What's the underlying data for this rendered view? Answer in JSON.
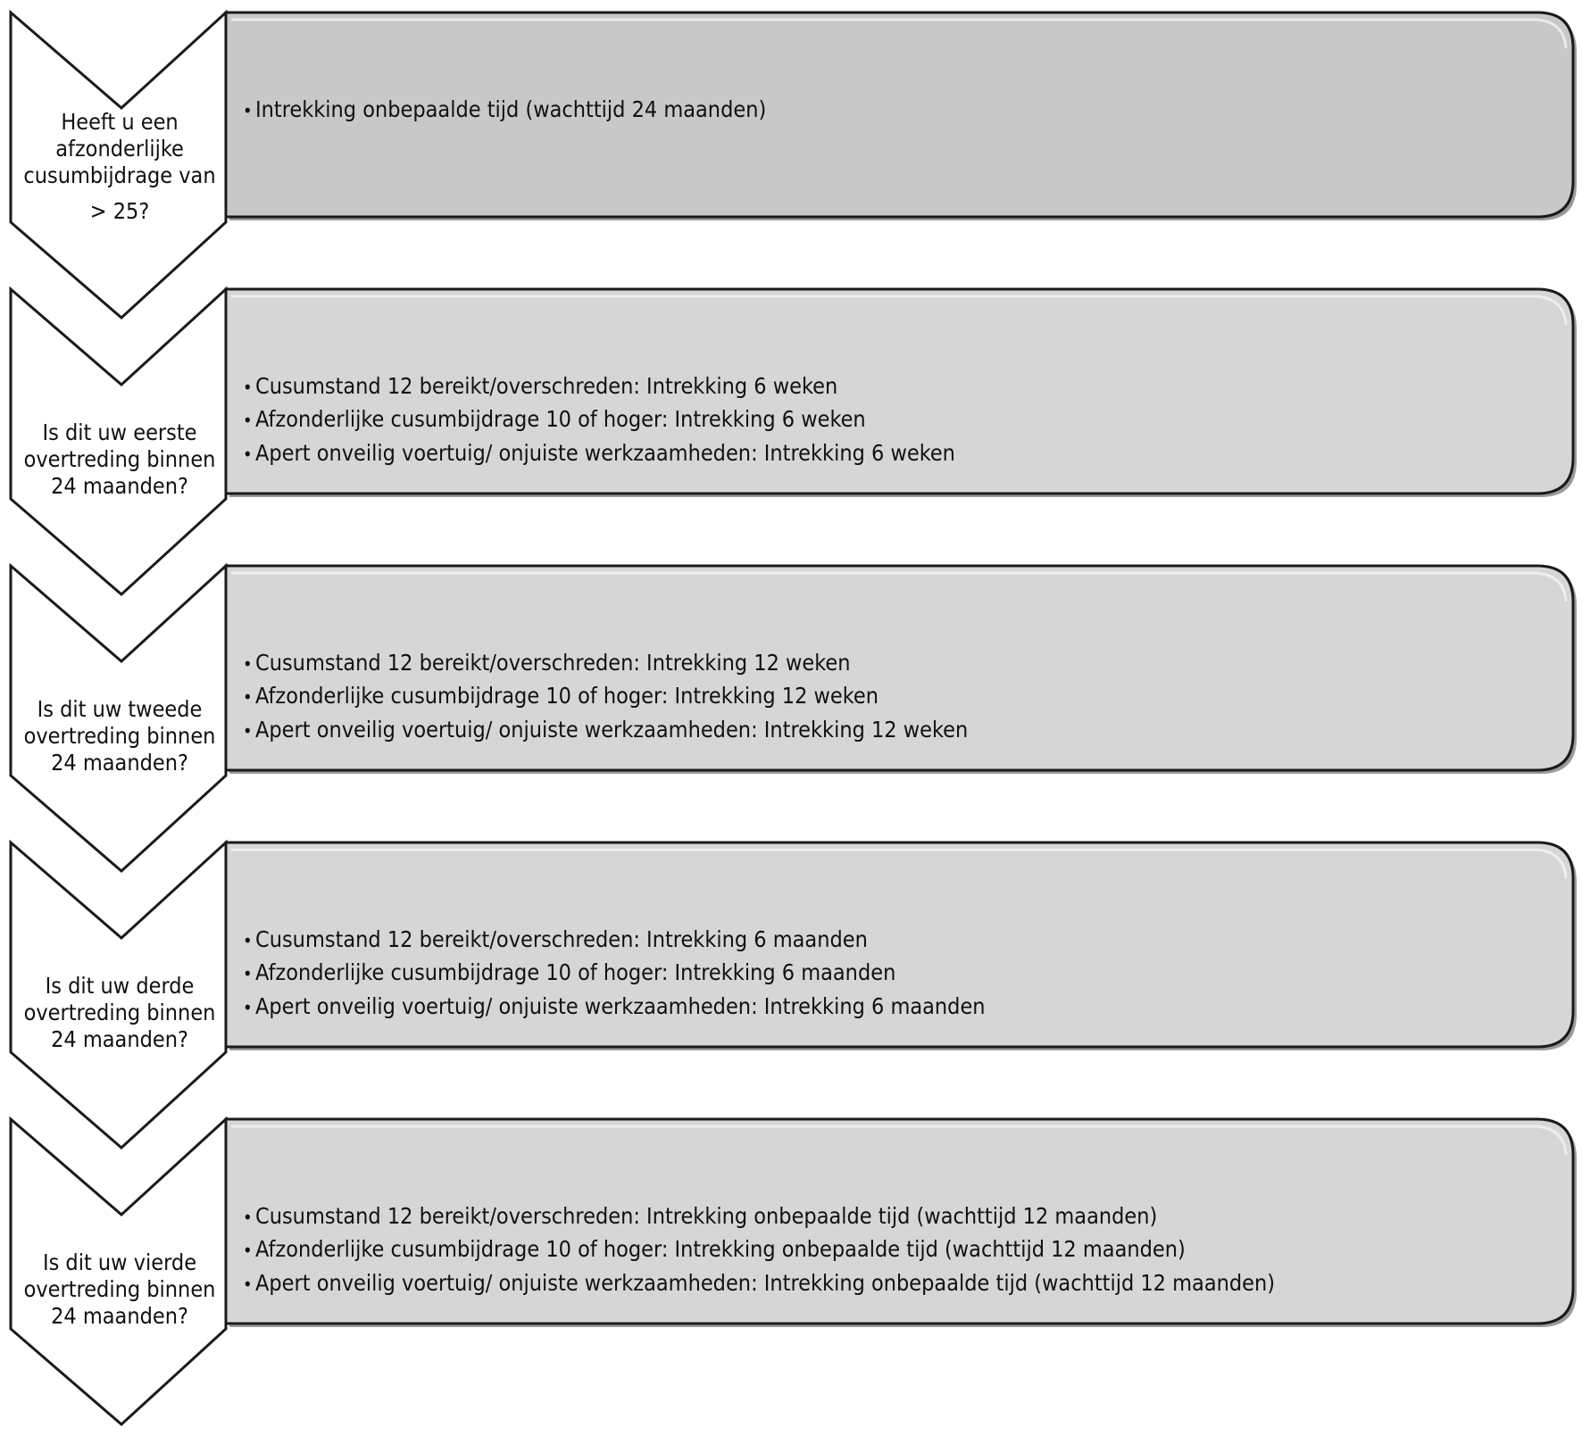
{
  "steps": [
    {
      "question": [
        "Heeft u een",
        "afzonderlijke",
        "cusumbijdrage van",
        "> 25?"
      ],
      "fill": "#c8c8c8",
      "items": [
        "Intrekking onbepaalde tijd (wachttijd 24 maanden)"
      ]
    },
    {
      "question": [
        "Is dit uw eerste",
        "overtreding binnen",
        "24 maanden?"
      ],
      "fill": "#d6d6d6",
      "items": [
        "Cusumstand 12 bereikt/overschreden: Intrekking 6 weken",
        "Afzonderlijke cusumbijdrage 10 of hoger: Intrekking 6 weken",
        "Apert onveilig voertuig/ onjuiste werkzaamheden: Intrekking 6 weken"
      ]
    },
    {
      "question": [
        "Is dit uw tweede",
        "overtreding binnen",
        "24 maanden?"
      ],
      "fill": "#d6d6d6",
      "items": [
        "Cusumstand 12 bereikt/overschreden: Intrekking 12 weken",
        "Afzonderlijke cusumbijdrage 10 of hoger: Intrekking 12 weken",
        "Apert onveilig voertuig/ onjuiste werkzaamheden: Intrekking 12 weken"
      ]
    },
    {
      "question": [
        "Is dit uw derde",
        "overtreding binnen",
        "24 maanden?"
      ],
      "fill": "#d6d6d6",
      "items": [
        "Cusumstand 12 bereikt/overschreden: Intrekking 6 maanden",
        "Afzonderlijke cusumbijdrage 10 of hoger: Intrekking 6 maanden",
        "Apert onveilig voertuig/ onjuiste werkzaamheden: Intrekking 6 maanden"
      ]
    },
    {
      "question": [
        "Is dit uw vierde",
        "overtreding binnen",
        "24 maanden?"
      ],
      "fill": "#d6d6d6",
      "items": [
        "Cusumstand 12 bereikt/overschreden: Intrekking onbepaalde tijd (wachttijd 12 maanden)",
        "Afzonderlijke cusumbijdrage 10 of hoger: Intrekking onbepaalde tijd (wachttijd 12 maanden)",
        "Apert onveilig voertuig/ onjuiste werkzaamheden: Intrekking onbepaalde tijd (wachttijd 12 maanden)"
      ]
    }
  ]
}
